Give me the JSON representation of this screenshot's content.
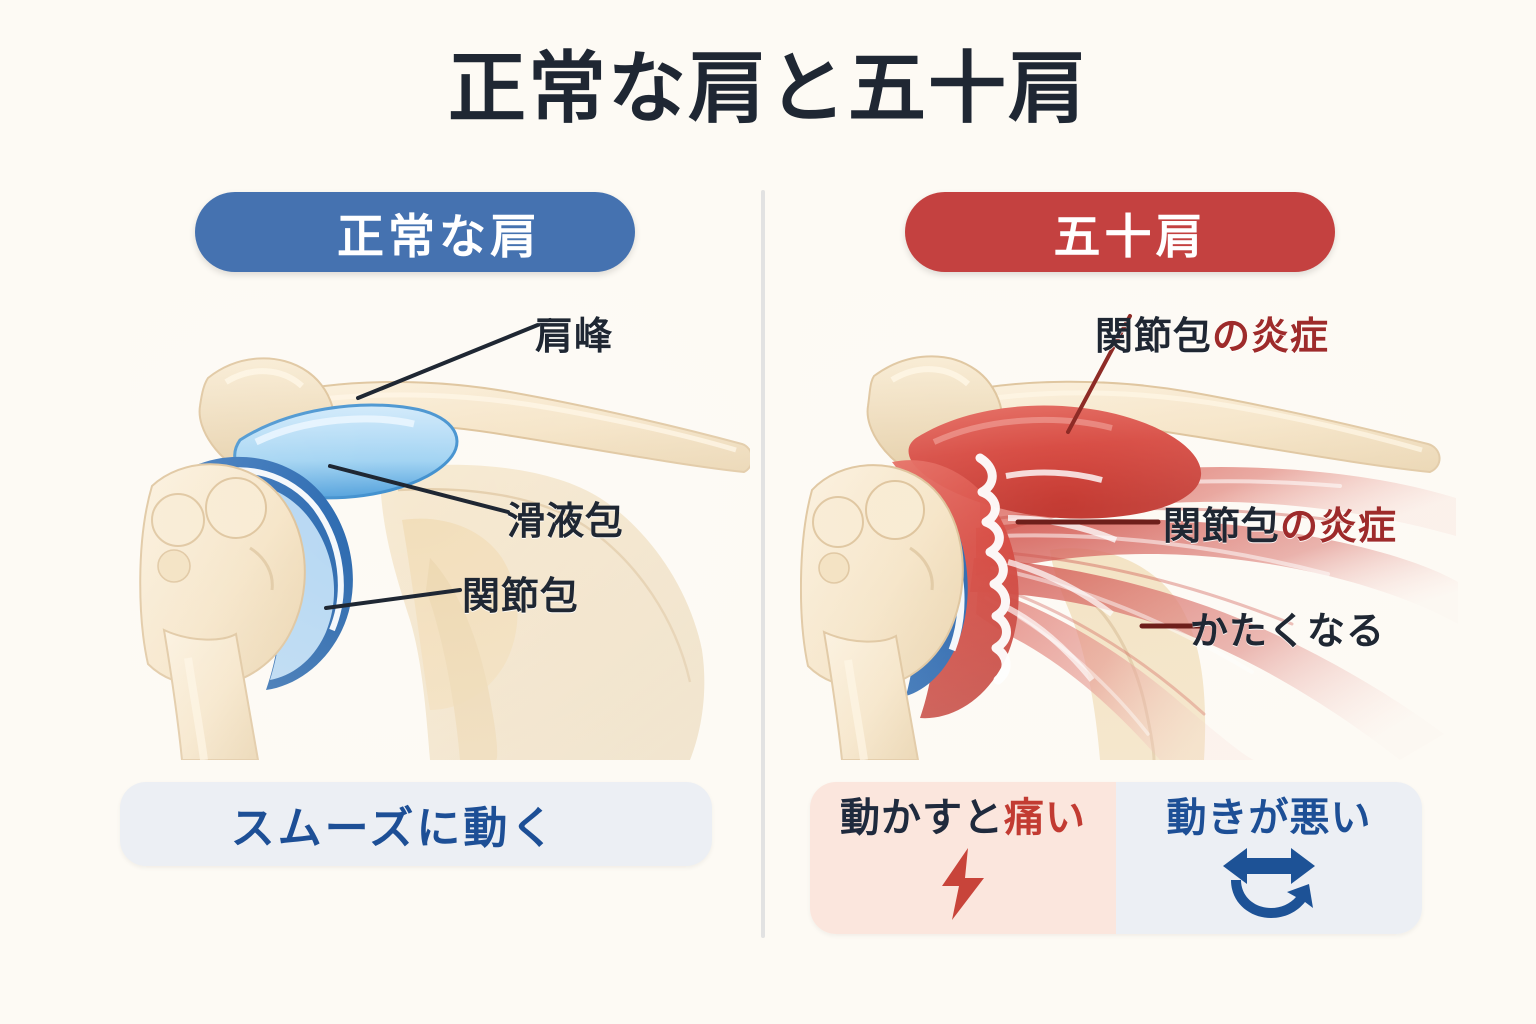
{
  "page": {
    "title": "正常な肩と五十肩",
    "background_color": "#fdfaf4",
    "divider_color": "#e2e2e2"
  },
  "panels": {
    "left": {
      "badge_label": "正常な肩",
      "badge_color": "#4572b0",
      "labels": [
        {
          "id": "acromion",
          "text": "肩峰"
        },
        {
          "id": "bursa",
          "text": "滑液包"
        },
        {
          "id": "capsule",
          "text": "関節包"
        }
      ],
      "result_bar": {
        "text": "スムーズに動く",
        "text_color": "#1d4f96",
        "background_color": "#eceff4"
      }
    },
    "right": {
      "badge_label": "五十肩",
      "badge_color": "#c44140",
      "labels": [
        {
          "id": "inflammation-top",
          "text_dark": "関節包",
          "text_red": "の炎症"
        },
        {
          "id": "inflammation-mid",
          "text_dark": "関節包",
          "text_red": "の炎症"
        },
        {
          "id": "stiffness",
          "text_dark": "かたくなる",
          "text_red": ""
        }
      ],
      "result_bars": [
        {
          "id": "pain",
          "text_dark": "動かすと",
          "text_red": "痛い",
          "icon": "lightning-bolt-icon",
          "icon_color": "#c8443a",
          "background_color": "#fbe6dd"
        },
        {
          "id": "restricted-motion",
          "text_dark": "動きが悪い",
          "text_red": "",
          "icon": "double-arrow-rotate-icon",
          "icon_color": "#1d5296",
          "background_color": "#eceff4"
        }
      ]
    }
  },
  "anatomy": {
    "bone_color": "#f5e3c4",
    "bone_shadow": "#e0c79a",
    "capsule_blue": "#2d72bd",
    "bursa_blue": "#9fd0f0",
    "inflamed_red": "#d94b42",
    "muscle_red": "#d9665e",
    "parts_left": [
      "上腕骨",
      "肩甲骨",
      "鎖骨",
      "肩峰",
      "滑液包",
      "関節包"
    ],
    "parts_right": [
      "上腕骨",
      "肩甲骨",
      "鎖骨",
      "肩峰",
      "炎症した関節包",
      "かたくなった組織"
    ]
  }
}
